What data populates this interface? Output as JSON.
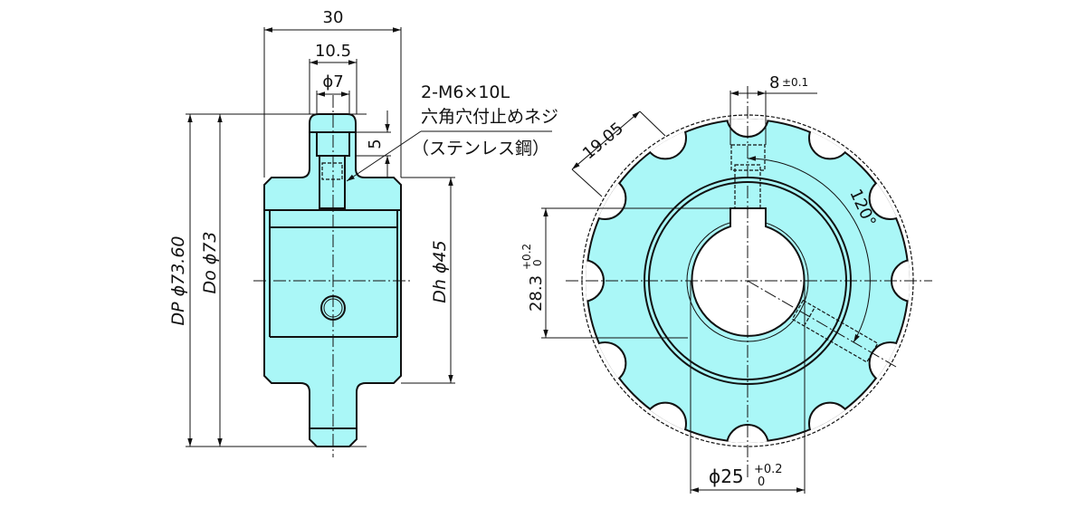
{
  "colors": {
    "part_fill": "#aaf7f7",
    "line": "#111111"
  },
  "side_view": {
    "dim_width": "30",
    "dim_hub_width": "10.5",
    "dim_hole": "ϕ7",
    "dim_depth": "5",
    "dim_pitch_diameter": "DP ϕ73.60",
    "dim_outer_diameter": "Do ϕ73",
    "dim_hub_diameter": "Dh ϕ45"
  },
  "callout": {
    "line1": "2-M6×10L",
    "line2": "六角穴付止めネジ",
    "line3": "（ステンレス鋼）"
  },
  "front_view": {
    "dim_key_width": "8",
    "dim_key_width_tol": "±0.1",
    "dim_pitch": "19.05",
    "dim_angle": "120°",
    "dim_key_height": "28.3",
    "dim_key_height_tol_upper": "+0.2",
    "dim_key_height_tol_lower": "0",
    "dim_bore": "ϕ25",
    "dim_bore_tol_upper": "+0.2",
    "dim_bore_tol_lower": "0"
  }
}
